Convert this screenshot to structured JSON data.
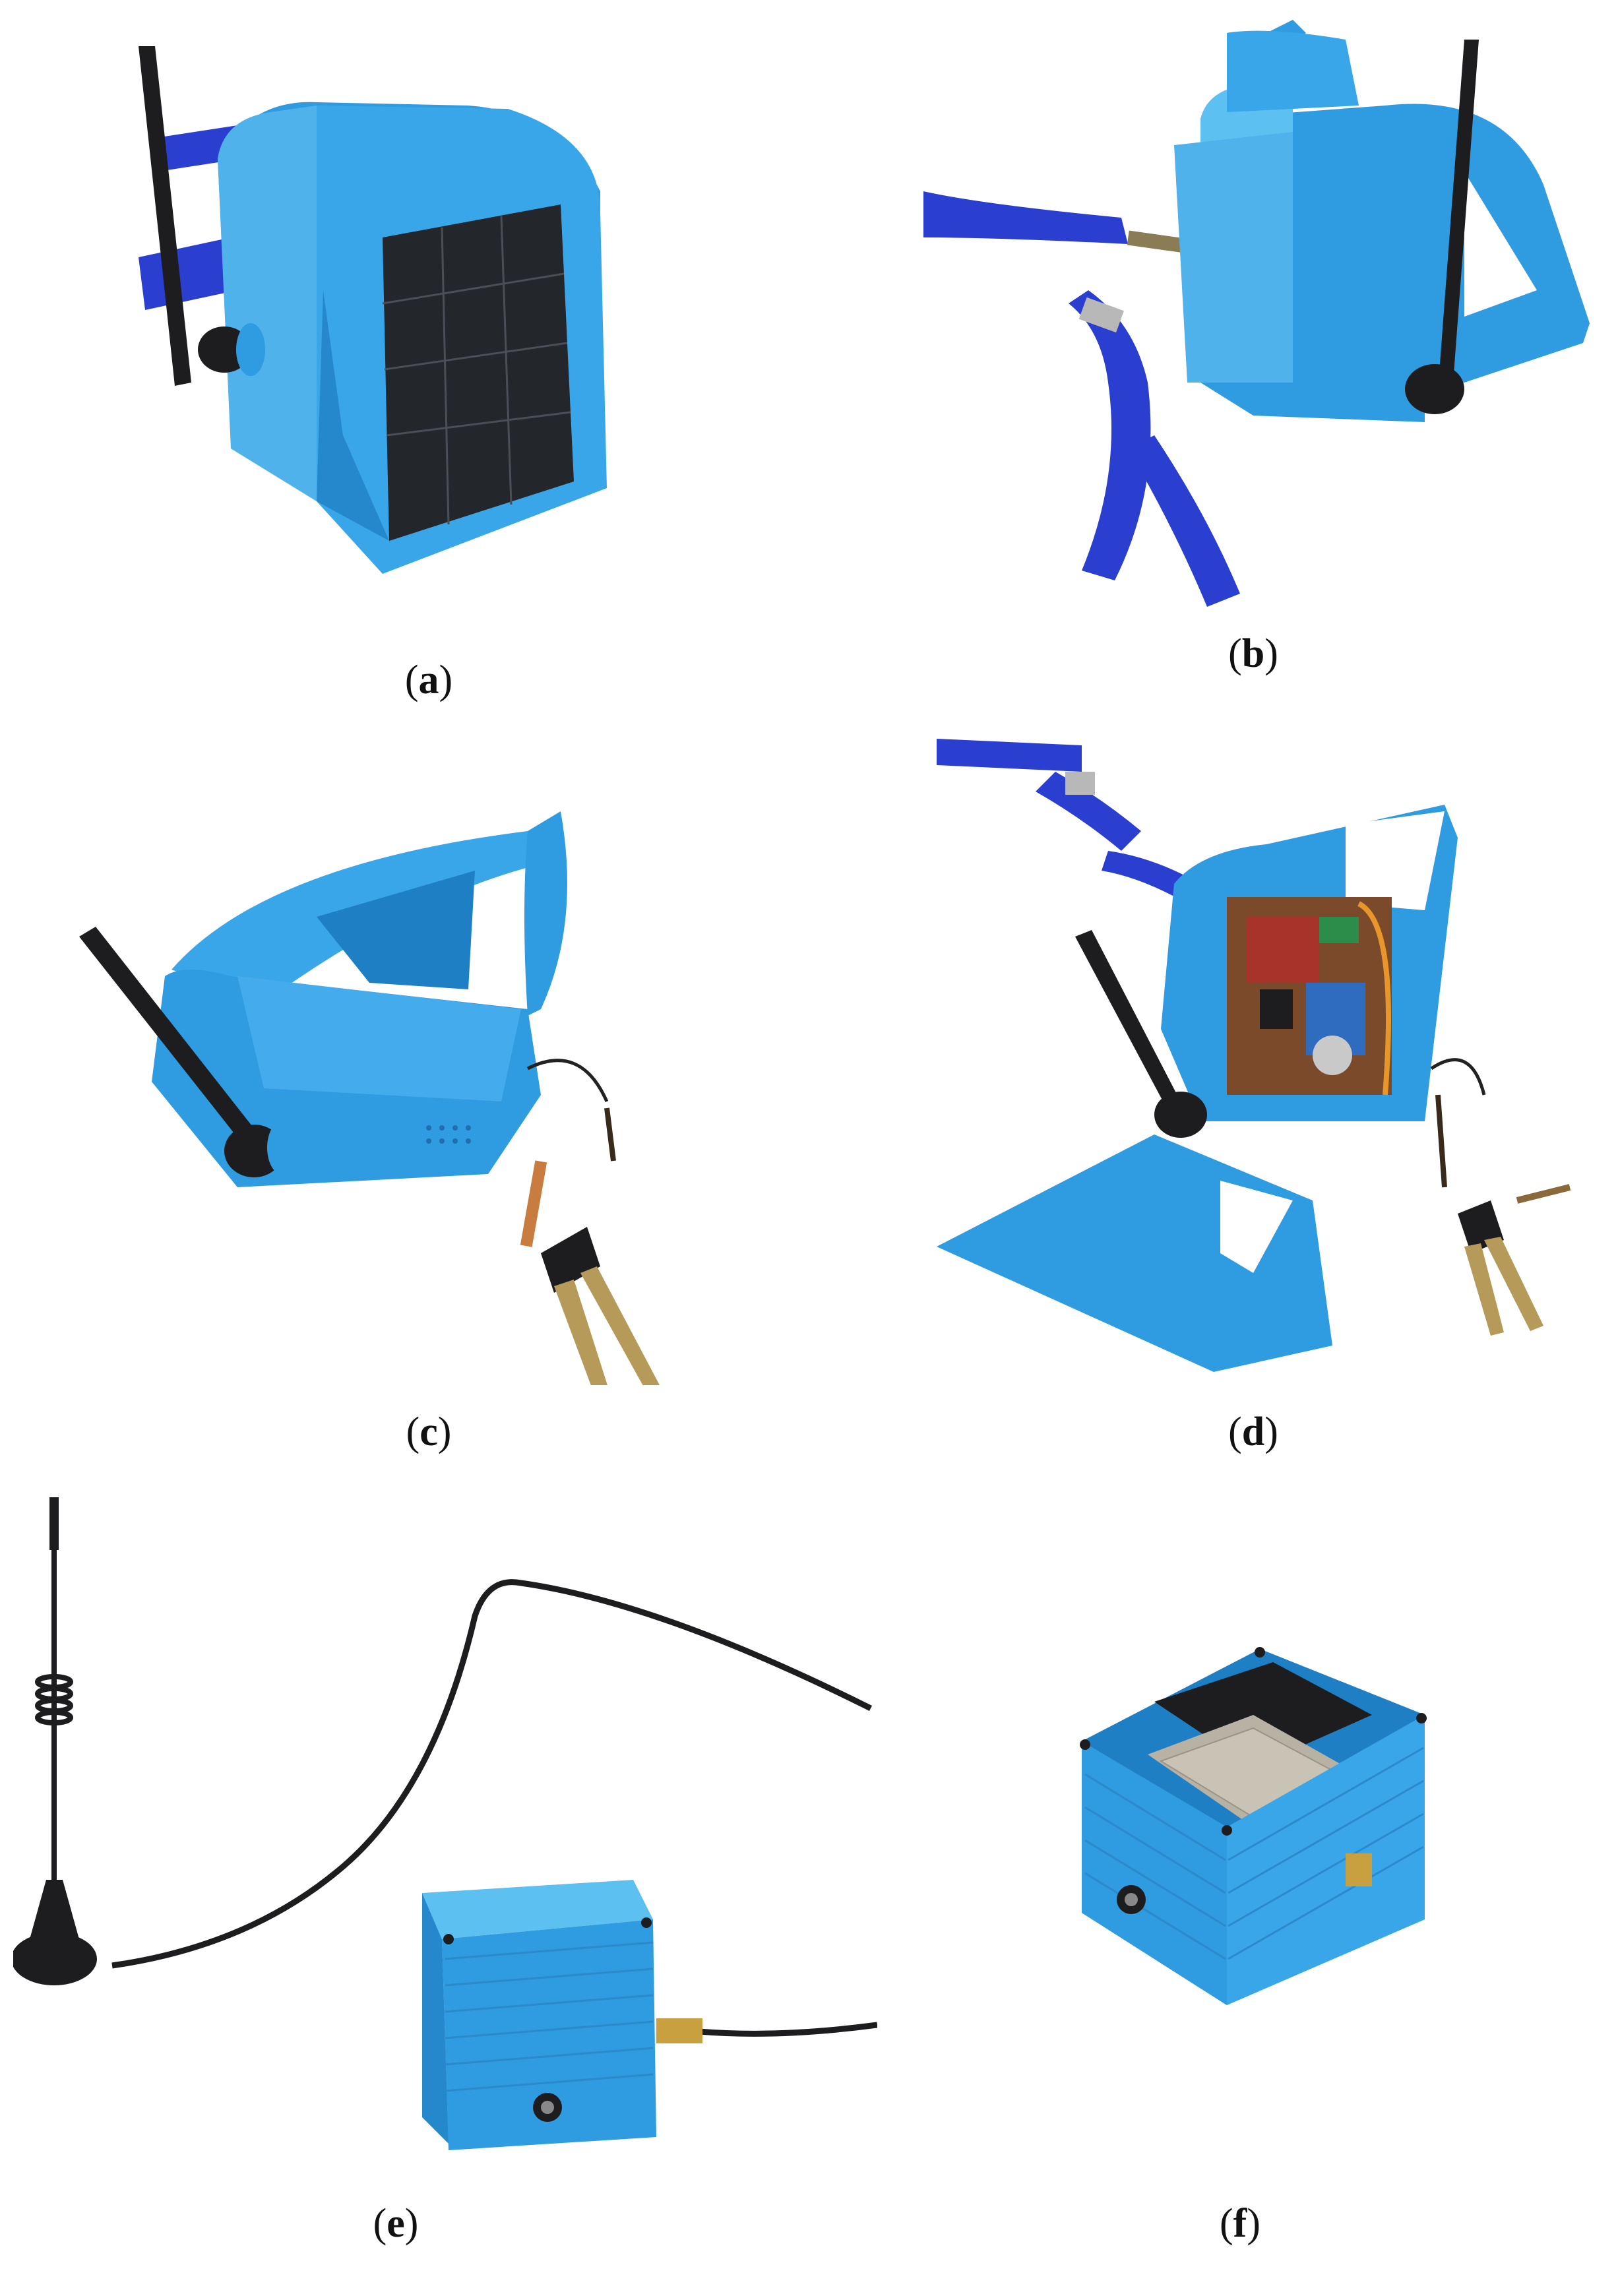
{
  "figure": {
    "panels": [
      {
        "label": "a",
        "content": "sensor-node-front-solar-panel"
      },
      {
        "label": "b",
        "content": "sensor-node-rear-with-strap"
      },
      {
        "label": "c",
        "content": "sensor-node-underside-with-soil-probe"
      },
      {
        "label": "d",
        "content": "sensor-node-open-electronics"
      },
      {
        "label": "e",
        "content": "gateway-box-with-magnetic-antenna"
      },
      {
        "label": "f",
        "content": "gateway-box-open-lora-module"
      }
    ]
  },
  "colors": {
    "enclosure_blue": "#2f9be0",
    "enclosure_light": "#5cc0f0",
    "strap_blue": "#2a3fcf",
    "solar_dark": "#23262b",
    "antenna_black": "#1d1d1f",
    "board_red": "#a8332b",
    "board_green": "#2c8c4a",
    "brass": "#c9a040"
  }
}
